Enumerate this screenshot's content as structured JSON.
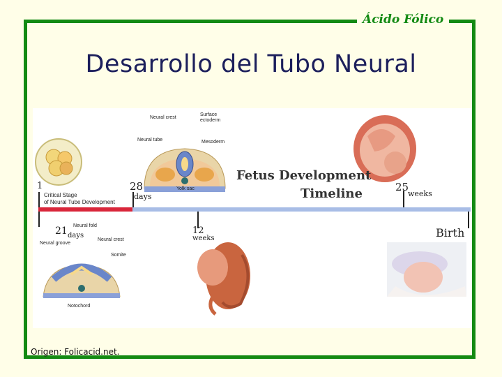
{
  "header": {
    "brand": "Ácido Fólico",
    "title": "Desarrollo del Tubo Neural"
  },
  "figure": {
    "timeline_title_line1": "Fetus Development",
    "timeline_title_line2": "Timeline",
    "critical_stage_line1": "Critical Stage",
    "critical_stage_line2": "of Neural Tube Development",
    "markers": {
      "day1": "1",
      "day21": "21",
      "day21_unit": "days",
      "day28": "28",
      "day28_unit": "days",
      "week12": "12",
      "week12_unit": "weeks",
      "week25": "25",
      "week25_unit": "weeks",
      "birth": "Birth"
    },
    "cross_section_day28": {
      "neural_crest": "Neural crest",
      "surface_ectoderm": "Surface ectoderm",
      "neural_tube": "Neural tube",
      "mesoderm": "Mesoderm",
      "yolk_sac": "Yolk sac"
    },
    "cross_section_day21": {
      "neural_fold": "Neural fold",
      "neural_groove": "Neural groove",
      "neural_crest": "Neural crest",
      "somite": "Somite",
      "notochord": "Notochord"
    },
    "colors": {
      "critical_bar": "#d9263a",
      "timeline_bar": "#a8bde6",
      "frame": "#138a13",
      "title": "#1c1f5c"
    }
  },
  "footer": {
    "source": "Origen: Folicacid.net."
  }
}
